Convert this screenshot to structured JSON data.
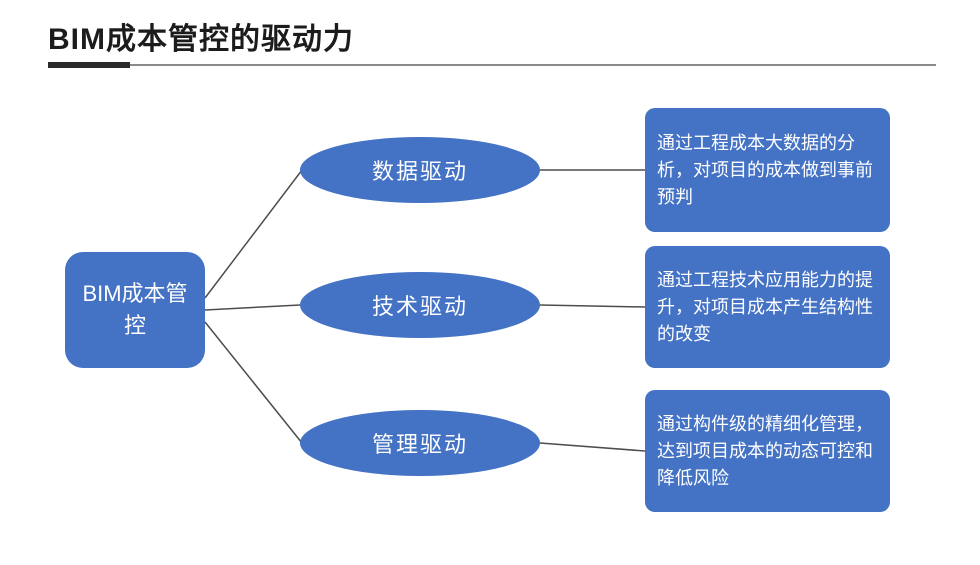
{
  "title": "BIM成本管控的驱动力",
  "root": {
    "label": "BIM成本管控"
  },
  "branches": [
    {
      "label": "数据驱动",
      "description": "通过工程成本大数据的分析，对项目的成本做到事前预判"
    },
    {
      "label": "技术驱动",
      "description": "通过工程技术应用能力的提升，对项目成本产生结构性的改变"
    },
    {
      "label": "管理驱动",
      "description": "通过构件级的精细化管理，达到项目成本的动态可控和降低风险"
    }
  ],
  "colors": {
    "node_fill": "#4472c4",
    "node_text": "#ffffff",
    "connector": "#4d4d4d",
    "title_text": "#1c1c1c",
    "divider_dark": "#2b2b2b",
    "divider_thin": "#8a8a8a"
  }
}
